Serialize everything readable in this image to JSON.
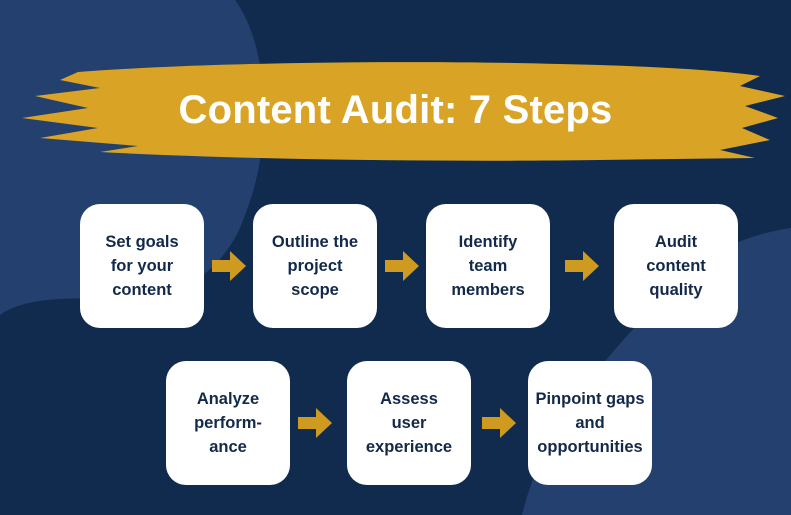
{
  "colors": {
    "background": "#102b4e",
    "blob": "#24406f",
    "brush": "#d9a425",
    "card": "#ffffff",
    "card_text": "#12294a",
    "arrow": "#cf9a20"
  },
  "title": "Content Audit: 7 Steps",
  "steps": [
    {
      "label": "Set goals\nfor your\ncontent"
    },
    {
      "label": "Outline the\nproject\nscope"
    },
    {
      "label": "Identify\nteam\nmembers"
    },
    {
      "label": "Audit\ncontent\nquality"
    },
    {
      "label": "Analyze\nperform-\nance"
    },
    {
      "label": "Assess\nuser\nexperience"
    },
    {
      "label": "Pinpoint gaps\nand\nopportunities"
    }
  ],
  "arrow_icon": "arrow-right-icon"
}
